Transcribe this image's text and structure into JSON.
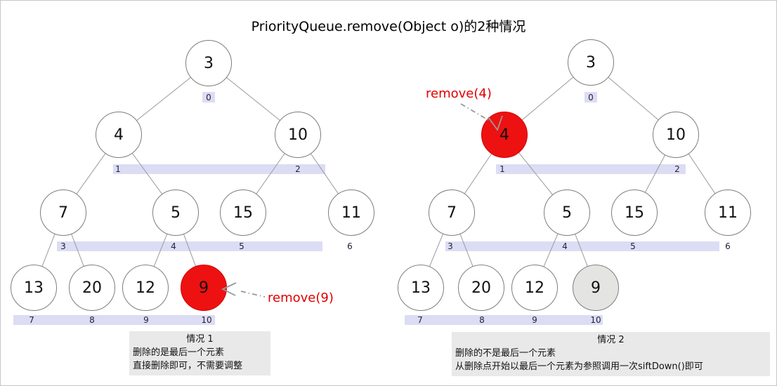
{
  "title": "PriorityQueue.remove(Object o)的2种情况",
  "colors": {
    "highlight_red": "#ee1111",
    "removed_gray": "#e4e4e2",
    "array_band_lavender": "#dcdcf4",
    "caption_bg": "#e9e9e9",
    "remove_text_red": "#e00000",
    "edge_gray": "#9a9a9a"
  },
  "left": {
    "remove_label": "remove(9)",
    "nodes": [
      {
        "value": "3",
        "index": "0"
      },
      {
        "value": "4",
        "index": "1"
      },
      {
        "value": "10",
        "index": "2"
      },
      {
        "value": "7",
        "index": "3"
      },
      {
        "value": "5",
        "index": "4"
      },
      {
        "value": "15",
        "index": "5"
      },
      {
        "value": "11",
        "index": "6"
      },
      {
        "value": "13",
        "index": "7"
      },
      {
        "value": "20",
        "index": "8"
      },
      {
        "value": "12",
        "index": "9"
      },
      {
        "value": "9",
        "index": "10",
        "state": "highlighted-red"
      }
    ],
    "caption": {
      "line1": "情况 1",
      "line2": "删除的是最后一个元素",
      "line3": "直接删除即可，不需要调整"
    }
  },
  "right": {
    "remove_label": "remove(4)",
    "nodes": [
      {
        "value": "3",
        "index": "0"
      },
      {
        "value": "4",
        "index": "1",
        "state": "highlighted-red"
      },
      {
        "value": "10",
        "index": "2"
      },
      {
        "value": "7",
        "index": "3"
      },
      {
        "value": "5",
        "index": "4"
      },
      {
        "value": "15",
        "index": "5"
      },
      {
        "value": "11",
        "index": "6"
      },
      {
        "value": "13",
        "index": "7"
      },
      {
        "value": "20",
        "index": "8"
      },
      {
        "value": "12",
        "index": "9"
      },
      {
        "value": "9",
        "index": "10",
        "state": "removed-gray"
      }
    ],
    "caption": {
      "line1": "情况 2",
      "line2": "删除的不是最后一个元素",
      "line3": "从删除点开始以最后一个元素为参照调用一次siftDown()即可"
    }
  }
}
